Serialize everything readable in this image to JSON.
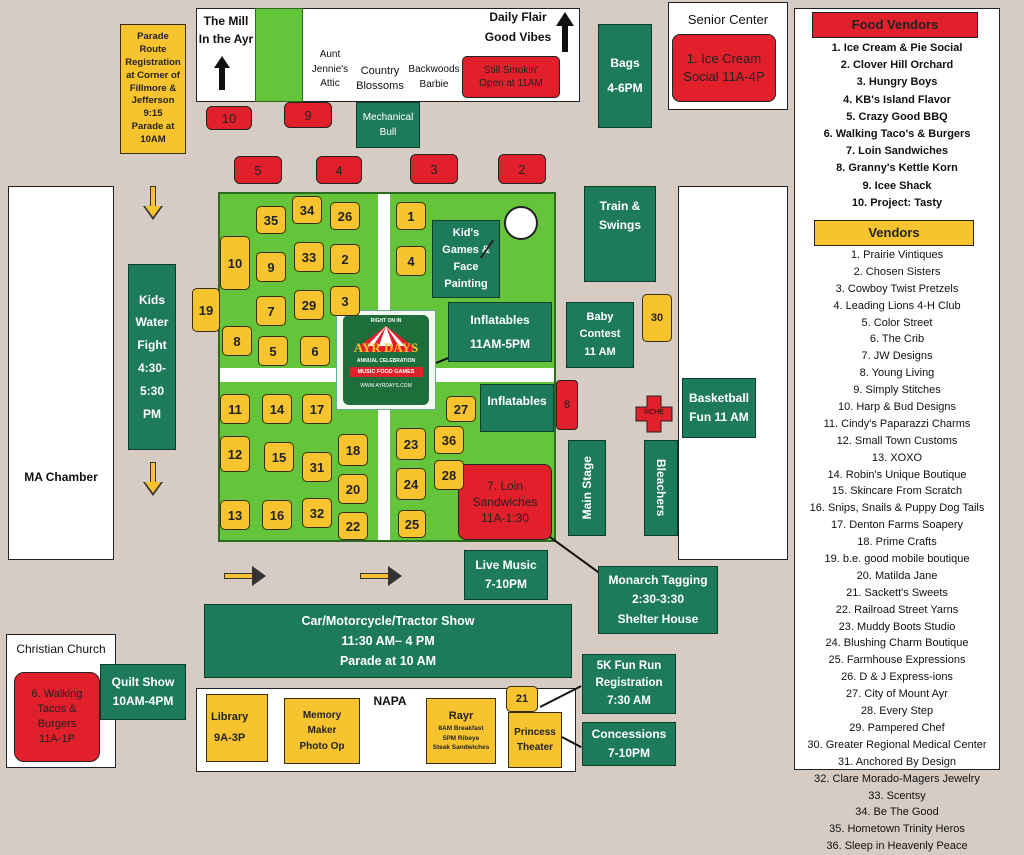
{
  "colors": {
    "green_box": "#1e7b5a",
    "yellow": "#f7c42f",
    "red": "#e2202b",
    "grass": "#64c43a",
    "background": "#d6ccc4"
  },
  "north": {
    "mill": "The Mill\nIn the Ayr",
    "aunt_jennie": "Aunt\nJennie's\nAttic",
    "country_blossoms": "Country\nBlossoms",
    "backwoods_barbie": "Backwoods\nBarbie",
    "daily_flair": "Daily Flair\nGood Vibes",
    "still_smokin": "Still Smokin'\nOpen at 11AM",
    "mechanical_bull": "Mechanical\nBull"
  },
  "parade_info": "Parade\nRoute\nRegistration\nat Corner of\nFillmore &\nJefferson 9:15\nParade at\n10AM",
  "senior_center": "Senior Center",
  "ice_cream": "1. Ice Cream\nSocial 11A-4P",
  "bags": "Bags\n4-6PM",
  "train_swings": "Train &\nSwings",
  "kids_water_fight": "Kids\nWater\nFight\n4:30-\n5:30\nPM",
  "ma_chamber": "MA Chamber",
  "kids_games": "Kid's\nGames &\nFace\nPainting",
  "inflatables_top": "Inflatables\n11AM-5PM",
  "inflatables_small": "Inflatables",
  "baby_contest": "Baby\nContest\n11 AM",
  "booth_30": "30",
  "basketball": "Basketball\nFun 11 AM",
  "rche": "RCHE",
  "bleachers": "Bleachers",
  "main_stage": "Main Stage",
  "loin_sandwiches": "7. Loin\nSandwiches\n11A-1:30",
  "live_music": "Live Music\n7-10PM",
  "monarch": "Monarch Tagging\n2:30-3:30\nShelter House",
  "car_show": "Car/Motorcycle/Tractor Show\n11:30 AM– 4 PM\nParade at 10 AM",
  "christian_church": "Christian Church",
  "walking_tacos": "6. Walking\nTacos &\nBurgers\n11A-1P",
  "quilt_show": "Quilt Show\n10AM-4PM",
  "napa": "NAPA",
  "library": "Library\n9A-3P",
  "memory_maker": "Memory\nMaker\nPhoto Op",
  "rayr_title": "Rayr",
  "rayr_menu": "8AM  Breakfast\n5PM Ribeye\nSteak Sandwiches",
  "booth_21": "21",
  "princess_theater": "Princess\nTheater",
  "fun_run": "5K Fun Run\nRegistration\n7:30 AM",
  "concessions": "Concessions\n7-10PM",
  "logo": {
    "top": "RIGHT ON IN",
    "name": "AYR DAYS",
    "tag": "ANNUAL CELEBRATION",
    "banner": "MUSIC FOOD GAMES",
    "bottom": "WWW.AYRDAYS.COM"
  },
  "red_booths": [
    "10",
    "9",
    "5",
    "4",
    "3",
    "2",
    "8"
  ],
  "grass_booths": [
    "35",
    "34",
    "26",
    "1",
    "10",
    "9",
    "33",
    "2",
    "4",
    "7",
    "29",
    "3",
    "19",
    "8",
    "5",
    "6",
    "11",
    "14",
    "17",
    "12",
    "15",
    "31",
    "18",
    "20",
    "13",
    "16",
    "32",
    "22",
    "27",
    "36",
    "23",
    "24",
    "28",
    "25"
  ],
  "food_vendors_title": "Food Vendors",
  "food_vendors": [
    "1. Ice Cream  & Pie Social",
    "2. Clover Hill Orchard",
    "3. Hungry Boys",
    "4. KB's Island Flavor",
    "5. Crazy Good BBQ",
    "6. Walking Taco's & Burgers",
    "7. Loin Sandwiches",
    "8. Granny's Kettle Korn",
    "9. Icee Shack",
    "10. Project: Tasty"
  ],
  "vendors_title": "Vendors",
  "vendors": [
    "1. Prairie Vintiques",
    "2. Chosen Sisters",
    "3. Cowboy Twist Pretzels",
    "4. Leading  Lions 4-H Club",
    "5. Color Street",
    "6. The Crib",
    "7. JW Designs",
    "8. Young Living",
    "9. Simply Stitches",
    "10. Harp & Bud Designs",
    "11. Cindy's Paparazzi Charms",
    "12. Small Town Customs",
    "13. XOXO",
    "14. Robin's Unique Boutique",
    "15. Skincare From Scratch",
    "16. Snips, Snails & Puppy Dog Tails",
    "17.  Denton Farms Soapery",
    "18. Prime Crafts",
    "19. b.e. good mobile boutique",
    "20. Matilda Jane",
    "21. Sackett's Sweets",
    "22.  Railroad Street Yarns",
    "23. Muddy Boots Studio",
    "24. Blushing Charm Boutique",
    "25. Farmhouse Expressions",
    "26.      D & J  Express-ions",
    "27.      City of Mount Ayr",
    "28.          Every Step",
    "29.        Pampered Chef",
    "30.     Greater Regional Medical Center",
    "31. Anchored  By Design",
    "32. Clare Morado-Magers Jewelry",
    "33. Scentsy",
    "34. Be The Good",
    "35. Hometown Trinity Heros",
    "36. Sleep in Heavenly Peace"
  ]
}
